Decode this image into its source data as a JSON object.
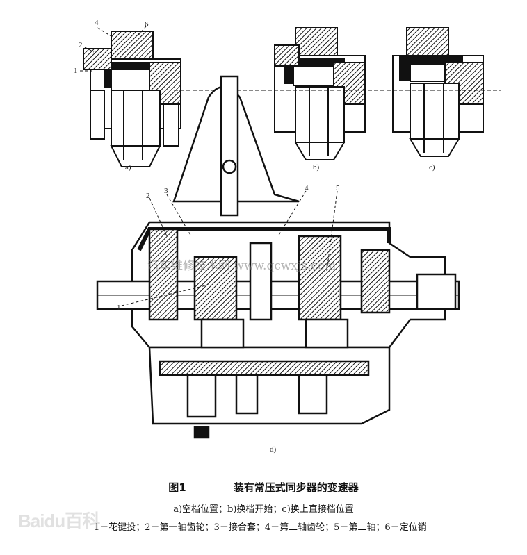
{
  "figure": {
    "panel_labels": [
      "a)",
      "b)",
      "c)",
      "d)"
    ],
    "part_markers_a": [
      "4",
      "6",
      "2",
      "1"
    ],
    "part_markers_d": [
      "2",
      "3",
      "4",
      "5",
      "1"
    ],
    "watermark": "汽车维修技术网 www.qcwxjs.com"
  },
  "caption": {
    "figure_number": "图1",
    "title": "装有常压式同步器的变速器",
    "subtitle": "a)空档位置；b)换档开始；c)换上直接档位置",
    "legend": "1－花键投；2－第一轴齿轮；3－接合套；4－第二轴齿轮；5－第二轴；6－定位销"
  },
  "logo": {
    "text": "Baidu百科"
  }
}
